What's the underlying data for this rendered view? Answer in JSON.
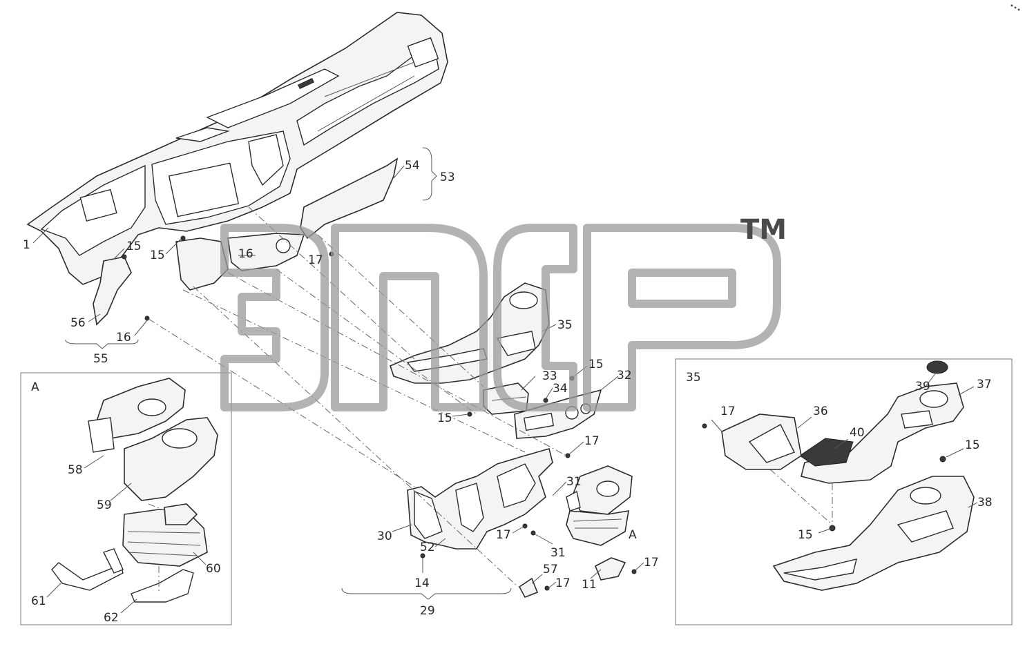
{
  "watermark": {
    "mark": "TM"
  },
  "detail_views": [
    {
      "id": "detail-a",
      "title": "A"
    },
    {
      "id": "detail-35",
      "title": "35"
    }
  ],
  "callouts": [
    "1",
    "15",
    "15",
    "16",
    "17",
    "56",
    "16",
    "55",
    "54",
    "53",
    "35",
    "33",
    "34",
    "15",
    "32",
    "15",
    "17",
    "31",
    "31",
    "30",
    "17",
    "52",
    "14",
    "29",
    "57",
    "17",
    "11",
    "17",
    "A",
    "58",
    "59",
    "60",
    "61",
    "62",
    "17",
    "36",
    "40",
    "39",
    "37",
    "15",
    "38",
    "15"
  ]
}
